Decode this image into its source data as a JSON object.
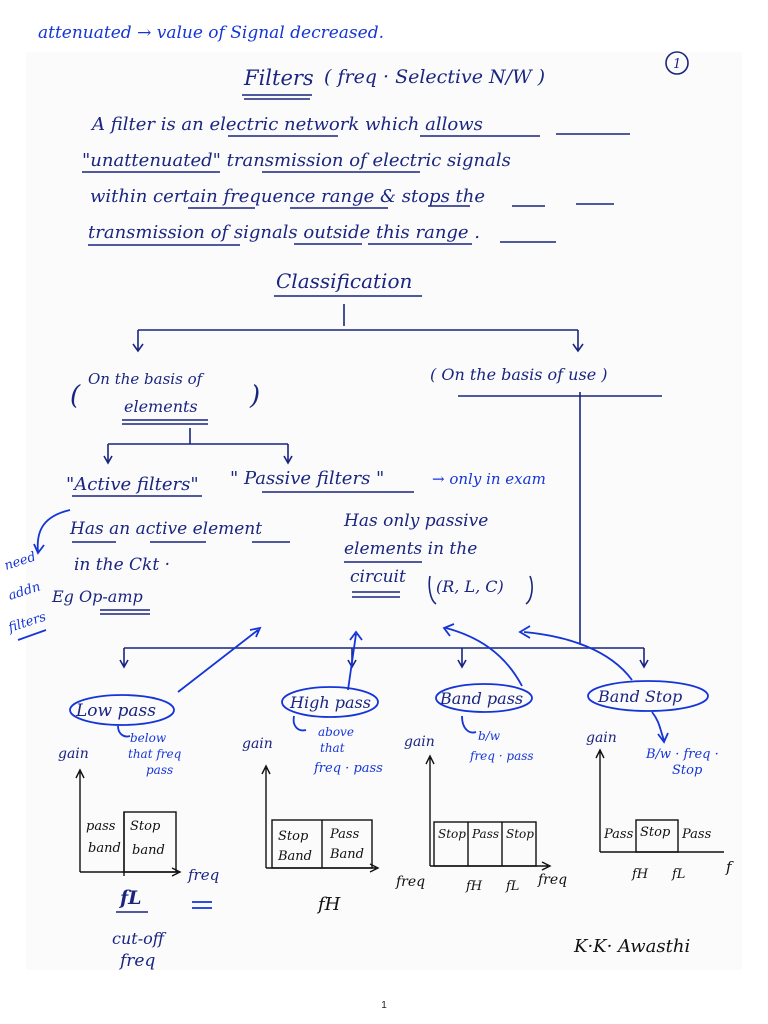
{
  "header_note": "attenuated → value of Signal decreased.",
  "page_mark": "1",
  "title": "Filters",
  "title_note": "( freq · Selective N/W )",
  "definition_lines": [
    "A filter is an electric network which allows",
    "\"unattenuated\" transmission of electric signals",
    "within certain frequence range & stops the",
    "transmission of signals outside this range ."
  ],
  "classification": "Classification",
  "basis_elements": [
    "On the basis of",
    "elements"
  ],
  "basis_use": "( On the basis of use )",
  "active": {
    "heading": "\"Active filters\"",
    "lines": [
      "Has an active element",
      "in the Ckt ·",
      "Eg Op-amp"
    ],
    "side_note": [
      "need",
      "addn",
      "filters"
    ]
  },
  "passive": {
    "heading": "\" Passive filters \"",
    "exam_note": "→ only in exam",
    "lines": [
      "Has only passive",
      "elements in the",
      "circuit",
      "(R, L, C)"
    ]
  },
  "types": [
    {
      "name": "Low pass",
      "note": [
        "below",
        "that freq",
        "pass"
      ],
      "gain": "gain",
      "boxes": [
        [
          "pass",
          "band"
        ],
        [
          "Stop",
          "band"
        ]
      ],
      "axis": "freq",
      "cutoff": "fL",
      "cutoff_note": [
        "cut-off",
        "freq"
      ]
    },
    {
      "name": "High pass",
      "note": [
        "above",
        "that",
        "freq · pass"
      ],
      "gain": "gain",
      "boxes": [
        [
          "Stop",
          "Band"
        ],
        [
          "Pass",
          "Band"
        ]
      ],
      "cutoff": "fH"
    },
    {
      "name": "Band pass",
      "note": [
        "b/w",
        "freq · pass"
      ],
      "gain": "gain",
      "boxes": [
        "Stop",
        "Pass",
        "Stop"
      ],
      "axis": "freq",
      "cutoffs": [
        "fH",
        "fL"
      ]
    },
    {
      "name": "Band Stop",
      "note": [
        "B/w · freq ·",
        "Stop"
      ],
      "gain": "gain",
      "boxes": [
        "Pass",
        "Stop",
        "Pass"
      ],
      "axis": "f",
      "cutoffs": [
        "fH",
        "fL"
      ]
    }
  ],
  "signature": "K·K· Awasthi",
  "page_number": "1",
  "colors": {
    "ink": "#1a2580",
    "blue_pen": "#1535d8",
    "pencil": "#111111",
    "paper": "#fbfbfb"
  }
}
